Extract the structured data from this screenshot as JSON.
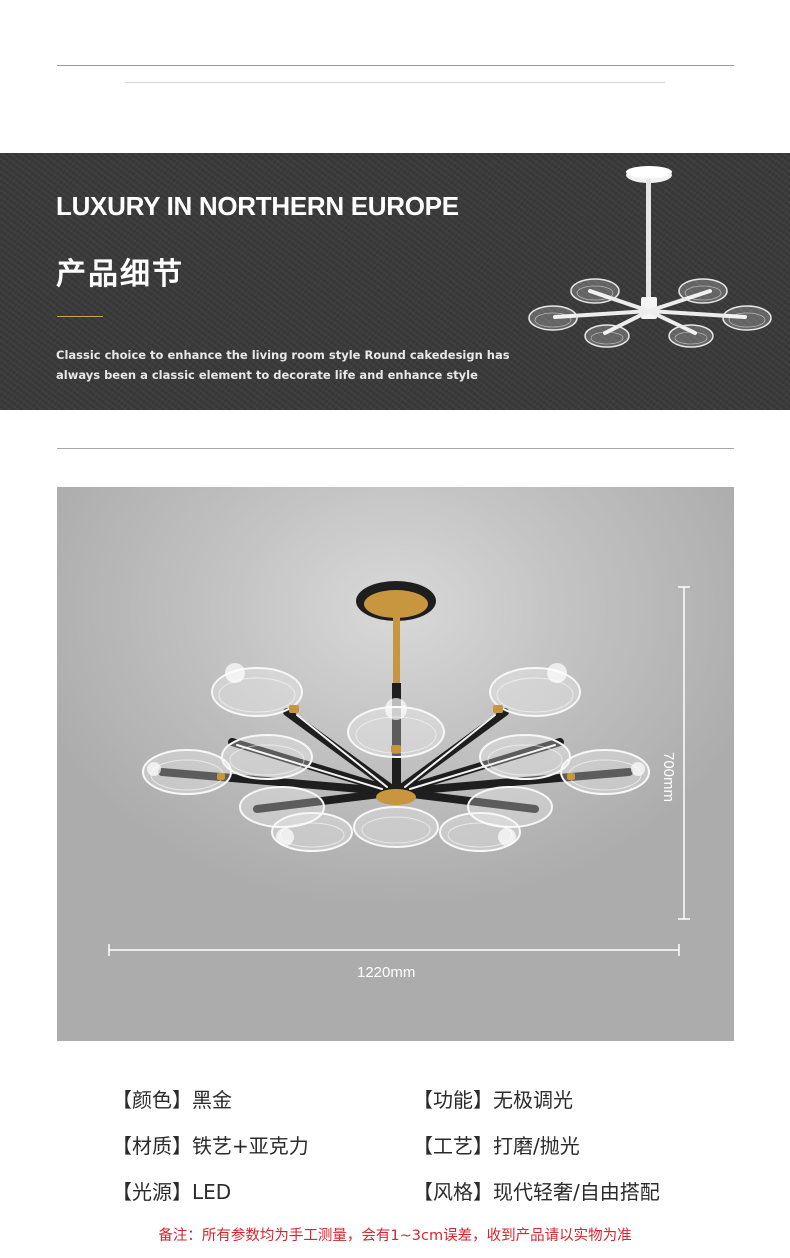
{
  "banner": {
    "title_en": "LUXURY IN NORTHERN EUROPE",
    "title_cn": "产品细节",
    "description": "Classic choice to enhance the living room style Round cakedesign has always been a classic element to decorate life and enhance style",
    "accent_color": "#c9a25a"
  },
  "dimensions": {
    "height": "700mm",
    "width": "1220mm"
  },
  "specs": [
    {
      "key": "【颜色】",
      "value": "黑金"
    },
    {
      "key": "【功能】",
      "value": "无极调光"
    },
    {
      "key": "【材质】",
      "value": "铁艺+亚克力"
    },
    {
      "key": "【工艺】",
      "value": "打磨/抛光"
    },
    {
      "key": "【光源】",
      "value": "LED"
    },
    {
      "key": "【风格】",
      "value": "现代轻奢/自由搭配"
    }
  ],
  "note": "备注：所有参数均为手工测量，会有1~3cm误差，收到产品请以实物为准",
  "colors": {
    "note_red": "#d9232d",
    "banner_bg": "#3a3a3a",
    "lamp_gold": "#c8963e",
    "lamp_black": "#1e1e1e"
  }
}
